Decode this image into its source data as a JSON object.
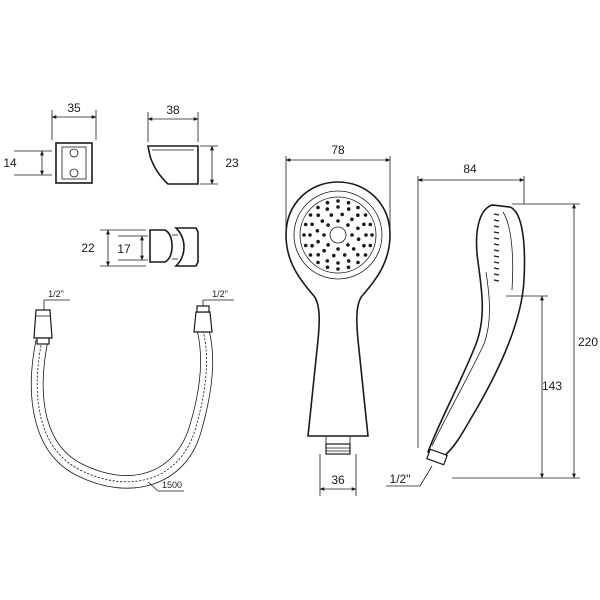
{
  "colors": {
    "line": "#1a1a1a",
    "background": "#ffffff"
  },
  "dimensions": {
    "wall_bracket_width": "35",
    "wall_bracket_height": "14",
    "side_bracket_width": "38",
    "side_bracket_height": "23",
    "holder_outer_height": "22",
    "holder_inner_height": "17",
    "hose_left_thread": "1/2\"",
    "hose_right_thread": "1/2\"",
    "hose_length": "1500",
    "head_diameter": "78",
    "handle_base_width": "36",
    "side_head_depth": "84",
    "total_length": "220",
    "grip_length": "143",
    "side_thread": "1/2\""
  }
}
